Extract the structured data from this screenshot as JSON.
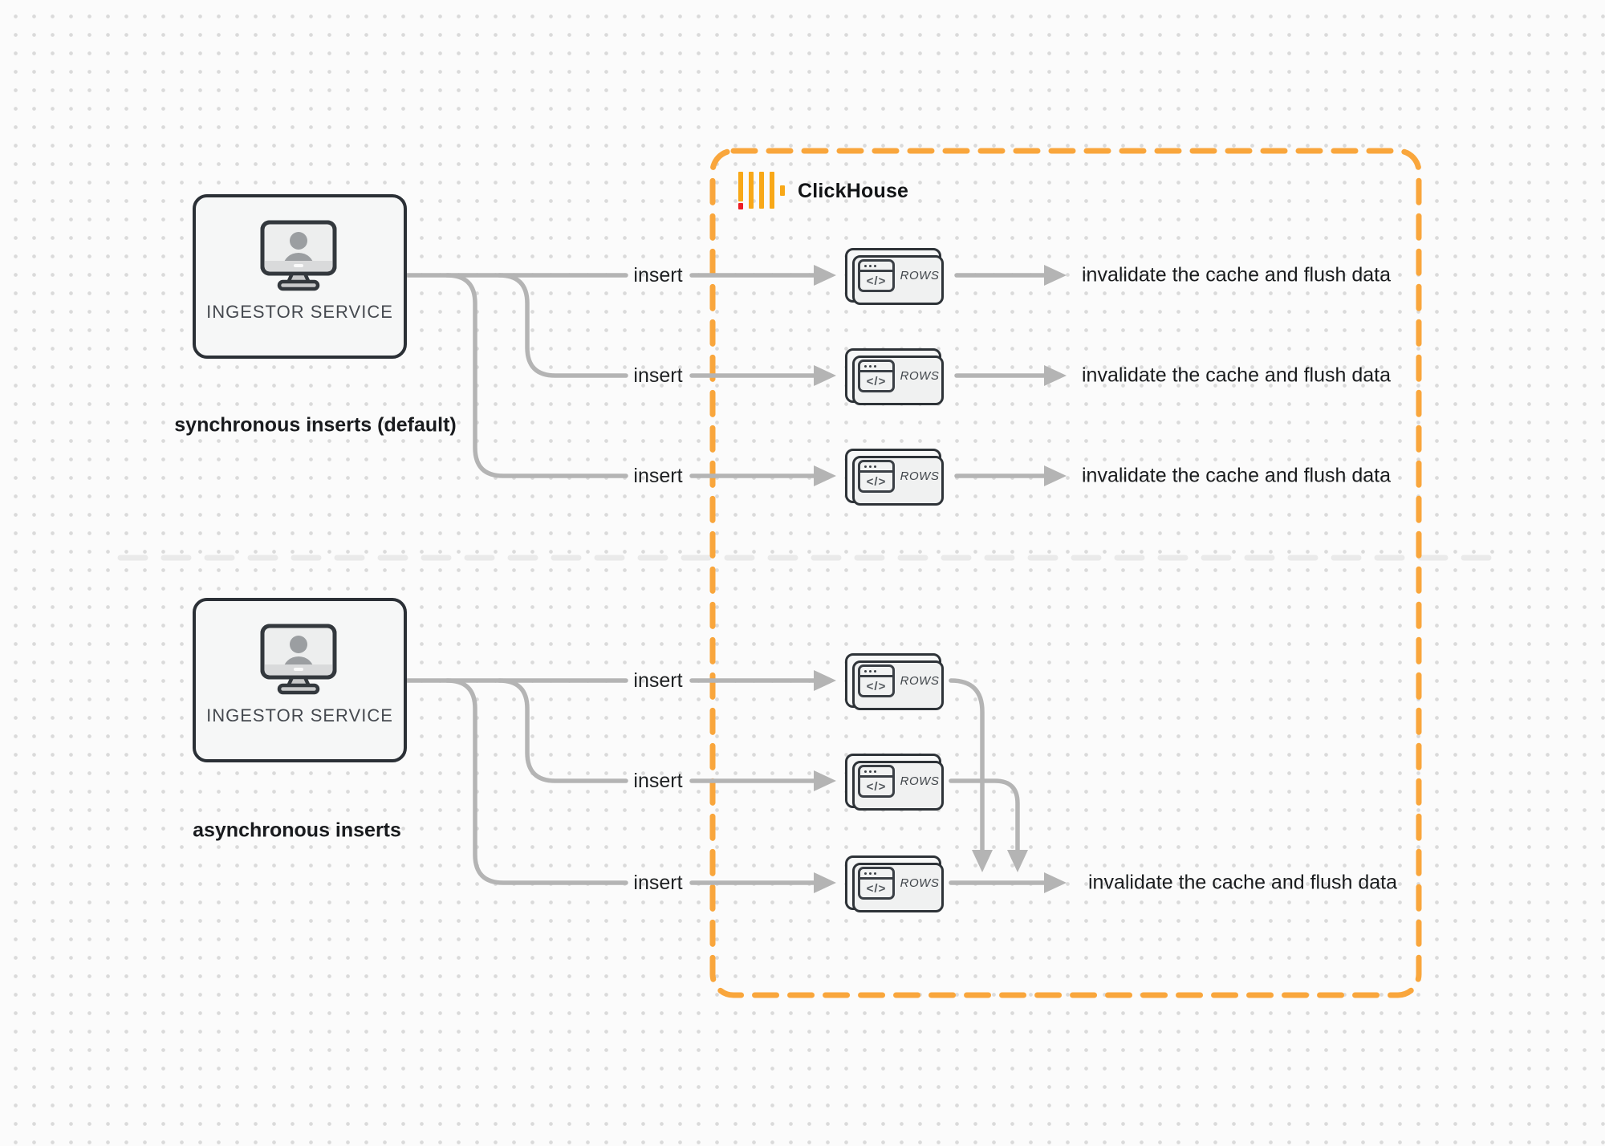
{
  "clickhouse": {
    "label": "ClickHouse"
  },
  "colors": {
    "accent_orange": "#F9A63C",
    "logo_orange": "#F8A818",
    "logo_red": "#ED1C24",
    "connector_gray": "#B4B4B4",
    "node_border": "#2E3338",
    "divider_gray": "#EAEAEA"
  },
  "sync_section": {
    "service_label": "INGESTOR SERVICE",
    "caption": "synchronous inserts (default)",
    "rows": [
      {
        "insert_label": "insert",
        "node_label": "ROWS",
        "code_glyph": "</>",
        "result_label": "invalidate the cache and flush data"
      },
      {
        "insert_label": "insert",
        "node_label": "ROWS",
        "code_glyph": "</>",
        "result_label": "invalidate the cache and flush data"
      },
      {
        "insert_label": "insert",
        "node_label": "ROWS",
        "code_glyph": "</>",
        "result_label": "invalidate the cache and flush data"
      }
    ]
  },
  "async_section": {
    "service_label": "INGESTOR SERVICE",
    "caption": "asynchronous inserts",
    "rows": [
      {
        "insert_label": "insert",
        "node_label": "ROWS",
        "code_glyph": "</>"
      },
      {
        "insert_label": "insert",
        "node_label": "ROWS",
        "code_glyph": "</>"
      },
      {
        "insert_label": "insert",
        "node_label": "ROWS",
        "code_glyph": "</>"
      }
    ],
    "result_label": "invalidate the cache and flush data"
  }
}
